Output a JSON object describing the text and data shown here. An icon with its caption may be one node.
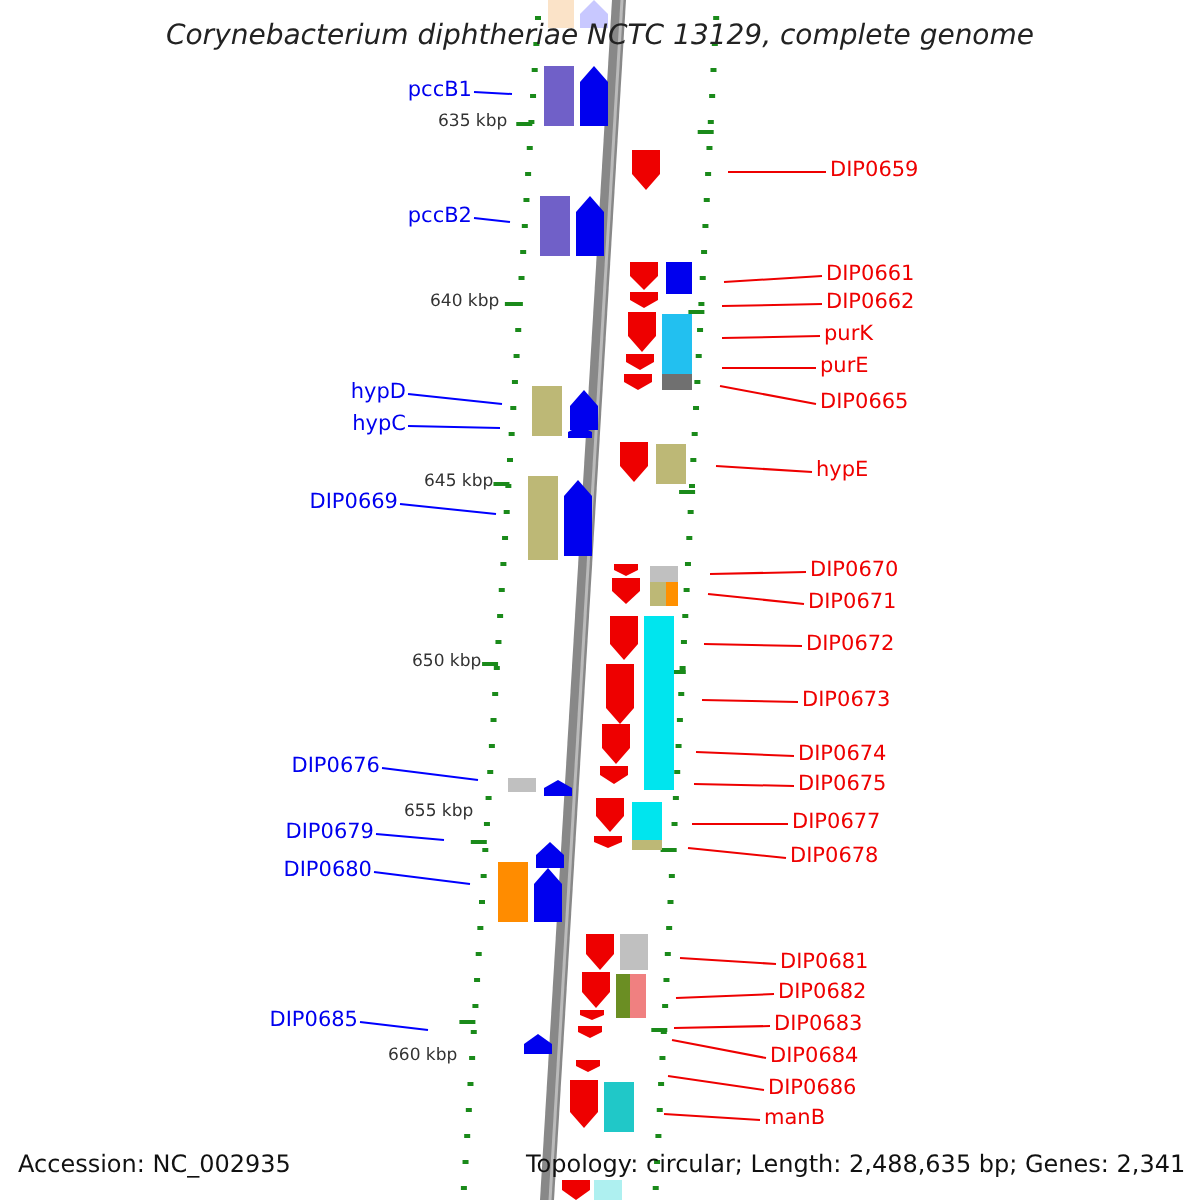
{
  "diagram": {
    "title": "Corynebacterium diphtheriae NCTC 13129, complete genome",
    "nodes": [
      {
        "text": [
          "pccB1"
        ]
      },
      {
        "text": [
          "DIP0659"
        ]
      },
      {
        "text": [
          "pccB2"
        ]
      },
      {
        "text": [
          "DIP0661"
        ]
      },
      {
        "text": [
          "DIP0662"
        ]
      },
      {
        "text": [
          "purK"
        ]
      },
      {
        "text": [
          "purE"
        ]
      },
      {
        "text": [
          "hypD"
        ]
      },
      {
        "text": [
          "DIP0665"
        ]
      },
      {
        "text": [
          "hypC"
        ]
      },
      {
        "text": [
          "hypE"
        ]
      },
      {
        "text": [
          "DIP0669"
        ]
      },
      {
        "text": [
          "DIP0670"
        ]
      },
      {
        "text": [
          "DIP0671"
        ]
      },
      {
        "text": [
          "DIP0672"
        ]
      },
      {
        "text": [
          "DIP0673"
        ]
      },
      {
        "text": [
          "DIP0674"
        ]
      },
      {
        "text": [
          "DIP0676"
        ]
      },
      {
        "text": [
          "DIP0675"
        ]
      },
      {
        "text": [
          "DIP0677"
        ]
      },
      {
        "text": [
          "DIP0679"
        ]
      },
      {
        "text": [
          "DIP0678"
        ]
      },
      {
        "text": [
          "DIP0680"
        ]
      },
      {
        "text": [
          "DIP0681"
        ]
      },
      {
        "text": [
          "DIP0682"
        ]
      },
      {
        "text": [
          "DIP0685"
        ]
      },
      {
        "text": [
          "DIP0683"
        ]
      },
      {
        "text": [
          "DIP0684"
        ]
      },
      {
        "text": [
          "DIP0686"
        ]
      },
      {
        "text": [
          "manB"
        ]
      }
    ],
    "edges": [
      {
        "from": 0,
        "to": null,
        "arrow": "none",
        "color": "#0000ff"
      },
      {
        "from": 1,
        "to": null,
        "arrow": "none"
      },
      {
        "from": 2,
        "to": null,
        "arrow": "none",
        "color": "#0000ff"
      },
      {
        "from": 3,
        "to": null,
        "arrow": "none"
      },
      {
        "from": 4,
        "to": null,
        "arrow": "none"
      },
      {
        "from": 5,
        "to": null,
        "arrow": "none"
      },
      {
        "from": 6,
        "to": null,
        "arrow": "none"
      },
      {
        "from": 7,
        "to": null,
        "arrow": "none",
        "color": "#0000ff"
      },
      {
        "from": 8,
        "to": null,
        "arrow": "none"
      },
      {
        "from": 9,
        "to": null,
        "arrow": "none",
        "color": "#0000ff"
      },
      {
        "from": 10,
        "to": null,
        "arrow": "none"
      },
      {
        "from": 11,
        "to": null,
        "arrow": "none",
        "color": "#0000ff"
      },
      {
        "from": 12,
        "to": null,
        "arrow": "none"
      },
      {
        "from": 13,
        "to": null,
        "arrow": "none"
      },
      {
        "from": 14,
        "to": null,
        "arrow": "none"
      },
      {
        "from": 15,
        "to": null,
        "arrow": "none"
      },
      {
        "from": 16,
        "to": null,
        "arrow": "none"
      },
      {
        "from": 17,
        "to": null,
        "arrow": "none",
        "color": "#0000ff"
      },
      {
        "from": 18,
        "to": null,
        "arrow": "none"
      },
      {
        "from": 19,
        "to": null,
        "arrow": "none"
      },
      {
        "from": 20,
        "to": null,
        "arrow": "none",
        "color": "#0000ff"
      },
      {
        "from": 21,
        "to": null,
        "arrow": "none"
      },
      {
        "from": 22,
        "to": null,
        "arrow": "none",
        "color": "#0000ff"
      },
      {
        "from": 23,
        "to": null,
        "arrow": "none"
      },
      {
        "from": 24,
        "to": null,
        "arrow": "none"
      },
      {
        "from": 25,
        "to": null,
        "arrow": "none",
        "color": "#0000ff"
      },
      {
        "from": 26,
        "to": null,
        "arrow": "none"
      },
      {
        "from": 27,
        "to": null,
        "arrow": "none"
      },
      {
        "from": 28,
        "to": null,
        "arrow": "none"
      },
      {
        "from": 29,
        "to": null,
        "arrow": "none"
      }
    ],
    "labels": [
      "635 kbp",
      "640 kbp",
      "645 kbp",
      "650 kbp",
      "655 kbp",
      "660 kbp",
      "Accession: NC_002935",
      "Topology: circular; Length: 2,488,635 bp; Genes: 2,341"
    ]
  }
}
